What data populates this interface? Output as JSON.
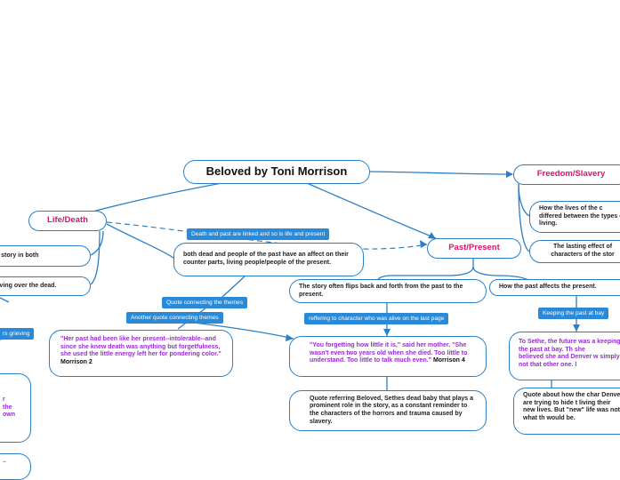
{
  "colors": {
    "line": "#2a7fc6",
    "label_bg": "#2a8ad8",
    "main_text": "#d6166a",
    "quote_text": "#9b2ad9"
  },
  "center": "Beloved by Toni Morrison",
  "main_topics": {
    "freedom": "Freedom/Slavery",
    "life_death": "Life/Death",
    "past_present": "Past/Present"
  },
  "labels": {
    "death_past": "Death and past are linked and so is life and present",
    "quote_themes": "Quote connecting the themes",
    "another_quote": "Another quote connecting themes",
    "referring": "reffering to character who was alive on the last page",
    "keeping": "Keeping the past at bay",
    "grieving_partial": "rs grieving"
  },
  "nodes": {
    "freedom_1": "How the lives of the c differed between the types of living.",
    "freedom_2": "The lasting effect of characters of the stor",
    "life_1": "he story in both",
    "life_2": "rieving over the dead.",
    "dead_people": "both dead and people of the past have an affect on their counter parts, living people/people of the present.",
    "flips": "The story often flips back and forth from the past to the present.",
    "affects": "How the past affects the present.",
    "quote_her_past": "\"Her  past had been like her present--intolerable--and  since she knew death was anything but  forgetfulness, she used the little energy left her  for pondering color.\"",
    "quote_her_past_cite": "Morrison 2",
    "quote_forgetting": "\"You forgetting how little it is,\" said her mother. \"She wasn't even two years old when she died. Too little to understand. Too little to talk much even.\"",
    "quote_forgetting_cite": "Morrison 4",
    "quote_baby": "Quote referring Beloved, Sethes dead baby that plays a prominent role in the story, as a constant reminder to the characters of the horrors and trauma caused by slavery.",
    "sethe_future": "To Sethe, the future was a keeping the past at bay. Th she\nbelieved she and Denver w simply not that other one. l",
    "quote_char": "Quote about how the char Denver are trying to hide t living their new lives. But \"new\" life was not what th would be.",
    "left_frag_1": "r\nthe\nown",
    "left_frag_2": ".."
  }
}
